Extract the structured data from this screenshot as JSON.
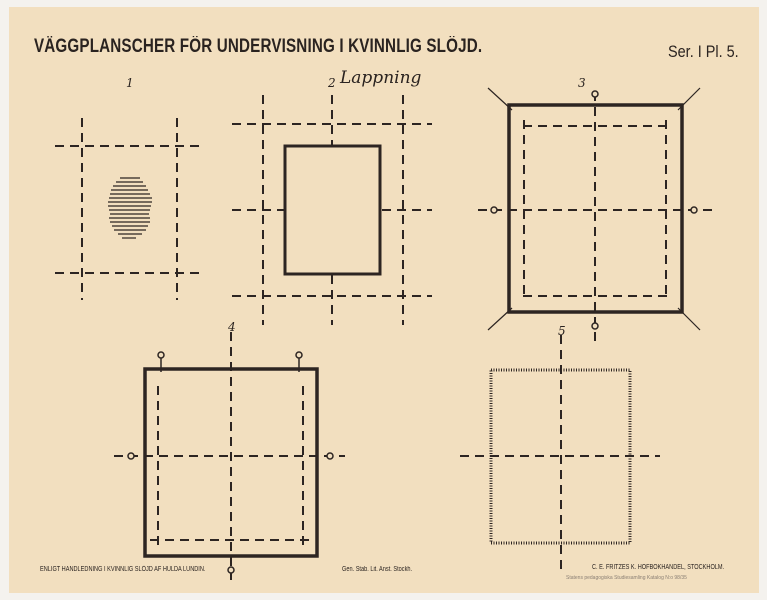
{
  "title": "VÄGGPLANSCHER FÖR UNDERVISNING I KVINNLIG SLÖJD.",
  "series": "Ser. I   Pl. 5.",
  "subtitle": "Lappning",
  "figures": [
    {
      "number": "1"
    },
    {
      "number": "2"
    },
    {
      "number": "3"
    },
    {
      "number": "4"
    },
    {
      "number": "5"
    }
  ],
  "footer": {
    "left": "ENLIGT HANDLEDNING I KVINNLIG SLÖJD AF HULDA LUNDIN.",
    "center": "Gen. Stab. Lit. Anst. Stockh.",
    "right": "C. E. FRITZES K. HOFBOKHANDEL, STOCKHOLM.",
    "stamp": "Statens pedagogiska Studiesamling  Katalog N:o 98/35"
  }
}
